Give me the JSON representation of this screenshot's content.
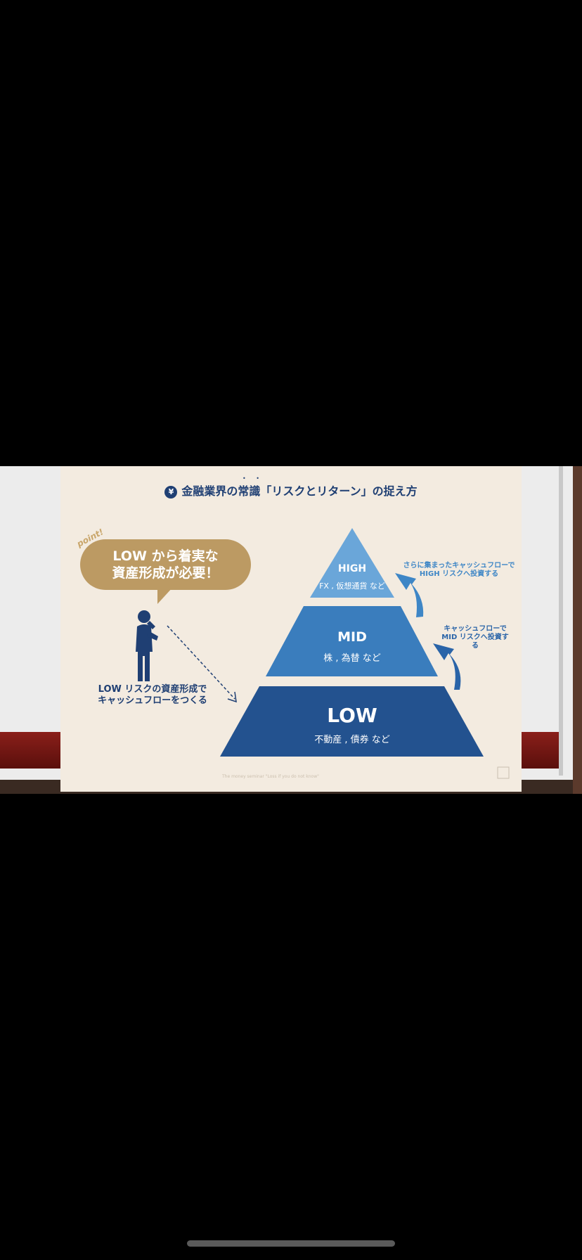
{
  "slide": {
    "title": "金融業界の常識「リスクとリターン」の捉え方",
    "yen_icon": "yen-icon",
    "emphasis_dots": "• •",
    "point_tag": "point!",
    "bubble_line1": "LOW から着実な",
    "bubble_line2": "資産形成が必要！",
    "caption_line1": "LOW リスクの資産形成で",
    "caption_line2": "キャッシュフローをつくる",
    "pyramid": [
      {
        "label": "HIGH",
        "sub": "FX , 仮想通貨 など",
        "color": "#6aa6d9"
      },
      {
        "label": "MID",
        "sub": "株 , 為替 など",
        "color": "#3a7dbd"
      },
      {
        "label": "LOW",
        "sub": "不動産 , 債券 など",
        "color": "#23528f"
      }
    ],
    "note_high_line1": "さらに集まったキャッシュフローで",
    "note_high_line2": "HIGH リスクへ投資する",
    "note_mid_line1": "キャッシュフローで",
    "note_mid_line2": "MID リスクへ投資する",
    "footer": "The money seminar \"Loss if you do not know\"",
    "corner_icon": "expand-icon"
  },
  "colors": {
    "navy": "#1f3f73",
    "gold": "#bc9a63",
    "slide_bg": "#f3ebe0"
  }
}
